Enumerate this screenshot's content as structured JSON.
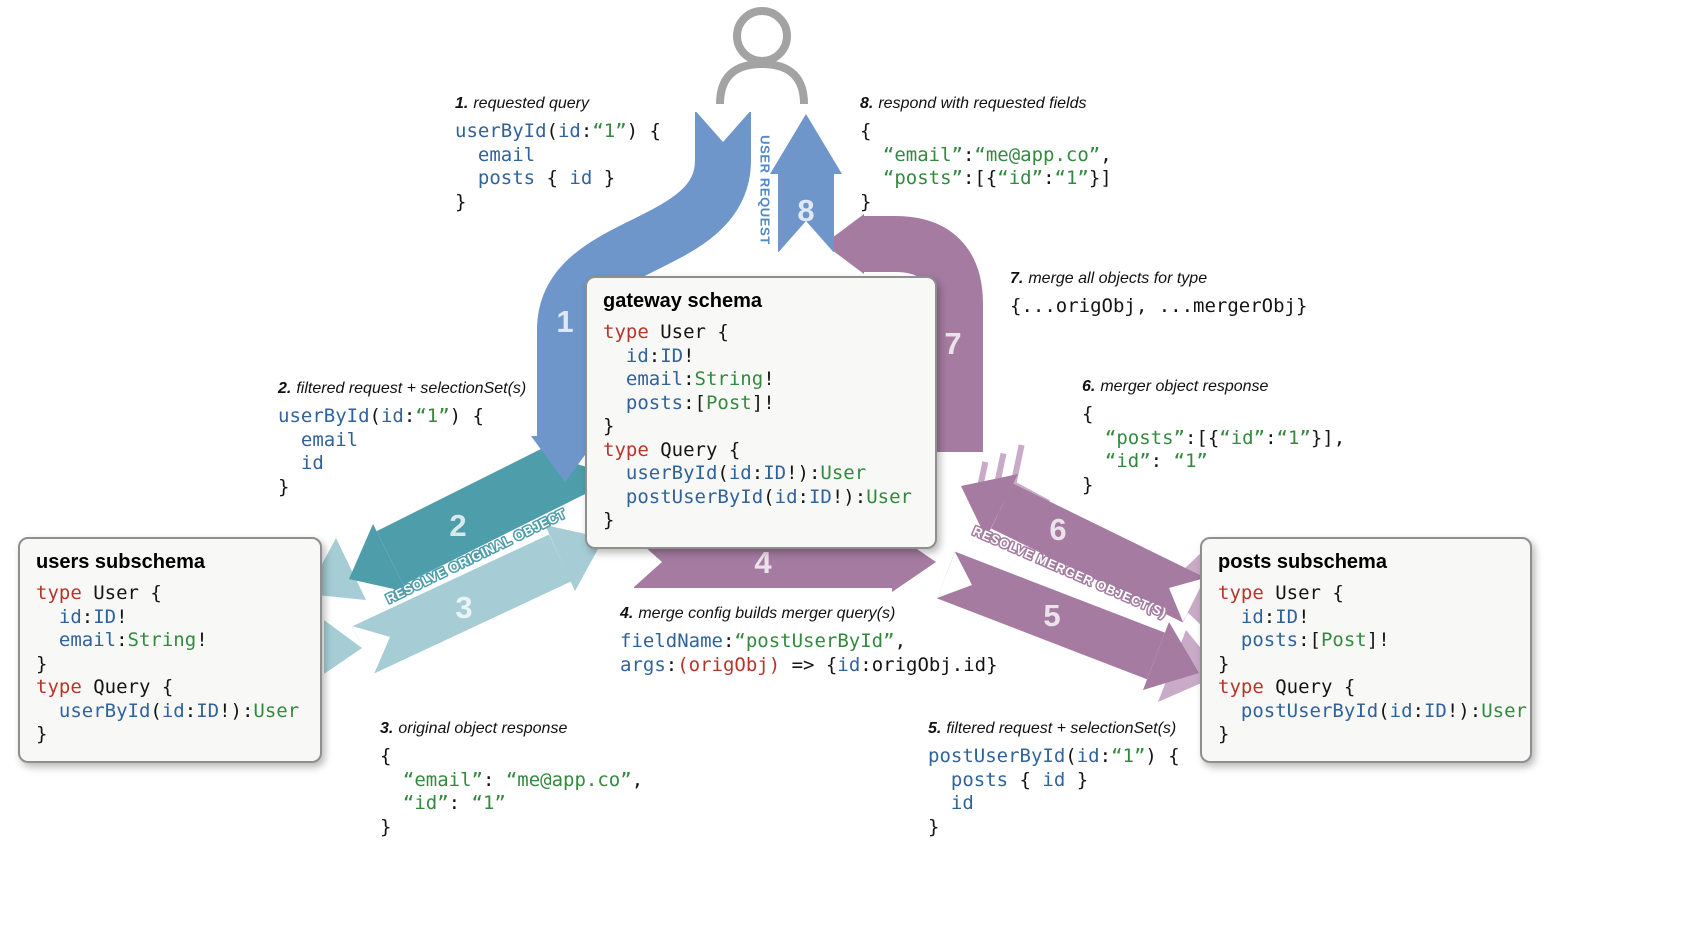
{
  "labels": {
    "user_request": "USER REQUEST",
    "resolve_original": "RESOLVE ORIGINAL OBJECT",
    "resolve_merger": "RESOLVE MERGER OBJECT(S)"
  },
  "arrow_numbers": {
    "n1": "1",
    "n2": "2",
    "n3": "3",
    "n4": "4",
    "n5": "5",
    "n6": "6",
    "n7": "7",
    "n8": "8"
  },
  "colors": {
    "blue": "#6e96cb",
    "teal": "#4d9daa",
    "teal_light": "#a6cdd5",
    "purple": "#a57ba1",
    "purple_light": "#c9abc7",
    "keyword_red": "#b5352b",
    "field_blue": "#30629c",
    "value_green": "#338a3e",
    "box_background": "#f8f8f6",
    "box_border": "#8f8f8f"
  },
  "boxes": {
    "gateway": {
      "title": "gateway schema",
      "code": [
        [
          [
            "k",
            "type"
          ],
          [
            "p",
            " User {"
          ]
        ],
        [
          [
            "p",
            "  "
          ],
          [
            "f",
            "id"
          ],
          [
            "p",
            ":"
          ],
          [
            "f",
            "ID"
          ],
          [
            "p",
            "!"
          ]
        ],
        [
          [
            "p",
            "  "
          ],
          [
            "f",
            "email"
          ],
          [
            "p",
            ":"
          ],
          [
            "t",
            "String"
          ],
          [
            "p",
            "!"
          ]
        ],
        [
          [
            "p",
            "  "
          ],
          [
            "f",
            "posts"
          ],
          [
            "p",
            ":["
          ],
          [
            "t",
            "Post"
          ],
          [
            "p",
            "]!"
          ]
        ],
        [
          [
            "p",
            "}"
          ]
        ],
        [
          [
            "k",
            "type"
          ],
          [
            "p",
            " Query {"
          ]
        ],
        [
          [
            "p",
            "  "
          ],
          [
            "f",
            "userById"
          ],
          [
            "p",
            "("
          ],
          [
            "f",
            "id"
          ],
          [
            "p",
            ":"
          ],
          [
            "f",
            "ID"
          ],
          [
            "p",
            "!):"
          ],
          [
            "t",
            "User"
          ]
        ],
        [
          [
            "p",
            "  "
          ],
          [
            "f",
            "postUserById"
          ],
          [
            "p",
            "("
          ],
          [
            "f",
            "id"
          ],
          [
            "p",
            ":"
          ],
          [
            "f",
            "ID"
          ],
          [
            "p",
            "!):"
          ],
          [
            "t",
            "User"
          ]
        ],
        [
          [
            "p",
            "}"
          ]
        ]
      ]
    },
    "users": {
      "title": "users subschema",
      "code": [
        [
          [
            "k",
            "type"
          ],
          [
            "p",
            " User {"
          ]
        ],
        [
          [
            "p",
            "  "
          ],
          [
            "f",
            "id"
          ],
          [
            "p",
            ":"
          ],
          [
            "f",
            "ID"
          ],
          [
            "p",
            "!"
          ]
        ],
        [
          [
            "p",
            "  "
          ],
          [
            "f",
            "email"
          ],
          [
            "p",
            ":"
          ],
          [
            "t",
            "String"
          ],
          [
            "p",
            "!"
          ]
        ],
        [
          [
            "p",
            "}"
          ]
        ],
        [
          [
            "k",
            "type"
          ],
          [
            "p",
            " Query {"
          ]
        ],
        [
          [
            "p",
            "  "
          ],
          [
            "f",
            "userById"
          ],
          [
            "p",
            "("
          ],
          [
            "f",
            "id"
          ],
          [
            "p",
            ":"
          ],
          [
            "f",
            "ID"
          ],
          [
            "p",
            "!):"
          ],
          [
            "t",
            "User"
          ]
        ],
        [
          [
            "p",
            "}"
          ]
        ]
      ]
    },
    "posts": {
      "title": "posts subschema",
      "code": [
        [
          [
            "k",
            "type"
          ],
          [
            "p",
            " User {"
          ]
        ],
        [
          [
            "p",
            "  "
          ],
          [
            "f",
            "id"
          ],
          [
            "p",
            ":"
          ],
          [
            "f",
            "ID"
          ],
          [
            "p",
            "!"
          ]
        ],
        [
          [
            "p",
            "  "
          ],
          [
            "f",
            "posts"
          ],
          [
            "p",
            ":["
          ],
          [
            "t",
            "Post"
          ],
          [
            "p",
            "]!"
          ]
        ],
        [
          [
            "p",
            "}"
          ]
        ],
        [
          [
            "k",
            "type"
          ],
          [
            "p",
            " Query {"
          ]
        ],
        [
          [
            "p",
            "  "
          ],
          [
            "f",
            "postUserById"
          ],
          [
            "p",
            "("
          ],
          [
            "f",
            "id"
          ],
          [
            "p",
            ":"
          ],
          [
            "f",
            "ID"
          ],
          [
            "p",
            "!):"
          ],
          [
            "t",
            "User"
          ]
        ],
        [
          [
            "p",
            "}"
          ]
        ]
      ]
    }
  },
  "steps": [
    {
      "num": "1.",
      "title": "requested query",
      "code": [
        [
          [
            "f",
            "userById"
          ],
          [
            "p",
            "("
          ],
          [
            "f",
            "id"
          ],
          [
            "p",
            ":"
          ],
          [
            "s",
            "“1”"
          ],
          [
            "p",
            ") {"
          ]
        ],
        [
          [
            "p",
            "  "
          ],
          [
            "f",
            "email"
          ]
        ],
        [
          [
            "p",
            "  "
          ],
          [
            "f",
            "posts"
          ],
          [
            "p",
            " { "
          ],
          [
            "f",
            "id"
          ],
          [
            "p",
            " }"
          ]
        ],
        [
          [
            "p",
            "}"
          ]
        ]
      ]
    },
    {
      "num": "2.",
      "title": "filtered request + selectionSet(s)",
      "code": [
        [
          [
            "f",
            "userById"
          ],
          [
            "p",
            "("
          ],
          [
            "f",
            "id"
          ],
          [
            "p",
            ":"
          ],
          [
            "s",
            "“1”"
          ],
          [
            "p",
            ") {"
          ]
        ],
        [
          [
            "p",
            "  "
          ],
          [
            "f",
            "email"
          ]
        ],
        [
          [
            "p",
            "  "
          ],
          [
            "f",
            "id"
          ]
        ],
        [
          [
            "p",
            "}"
          ]
        ]
      ]
    },
    {
      "num": "3.",
      "title": "original object response",
      "code": [
        [
          [
            "p",
            "{"
          ]
        ],
        [
          [
            "p",
            "  "
          ],
          [
            "s",
            "“email”"
          ],
          [
            "p",
            ": "
          ],
          [
            "s",
            "“me@app.co”"
          ],
          [
            "p",
            ","
          ]
        ],
        [
          [
            "p",
            "  "
          ],
          [
            "s",
            "“id”"
          ],
          [
            "p",
            ": "
          ],
          [
            "s",
            "“1”"
          ]
        ],
        [
          [
            "p",
            "}"
          ]
        ]
      ]
    },
    {
      "num": "4.",
      "title": "merge config builds merger query(s)",
      "code": [
        [
          [
            "f",
            "fieldName"
          ],
          [
            "p",
            ":"
          ],
          [
            "s",
            "“postUserById”"
          ],
          [
            "p",
            ","
          ]
        ],
        [
          [
            "f",
            "args"
          ],
          [
            "p",
            ":"
          ],
          [
            "k",
            "(origObj)"
          ],
          [
            "p",
            " => {"
          ],
          [
            "f",
            "id"
          ],
          [
            "p",
            ":origObj.id}"
          ]
        ]
      ]
    },
    {
      "num": "5.",
      "title": "filtered request + selectionSet(s)",
      "code": [
        [
          [
            "f",
            "postUserById"
          ],
          [
            "p",
            "("
          ],
          [
            "f",
            "id"
          ],
          [
            "p",
            ":"
          ],
          [
            "s",
            "“1”"
          ],
          [
            "p",
            ") {"
          ]
        ],
        [
          [
            "p",
            "  "
          ],
          [
            "f",
            "posts"
          ],
          [
            "p",
            " { "
          ],
          [
            "f",
            "id"
          ],
          [
            "p",
            " }"
          ]
        ],
        [
          [
            "p",
            "  "
          ],
          [
            "f",
            "id"
          ]
        ],
        [
          [
            "p",
            "}"
          ]
        ]
      ]
    },
    {
      "num": "6.",
      "title": "merger object response",
      "code": [
        [
          [
            "p",
            "{"
          ]
        ],
        [
          [
            "p",
            "  "
          ],
          [
            "s",
            "“posts”"
          ],
          [
            "p",
            ":[{"
          ],
          [
            "s",
            "“id”"
          ],
          [
            "p",
            ":"
          ],
          [
            "s",
            "“1”"
          ],
          [
            "p",
            "}],"
          ]
        ],
        [
          [
            "p",
            "  "
          ],
          [
            "s",
            "“id”"
          ],
          [
            "p",
            ": "
          ],
          [
            "s",
            "“1”"
          ]
        ],
        [
          [
            "p",
            "}"
          ]
        ]
      ]
    },
    {
      "num": "7.",
      "title": "merge all objects for type",
      "code": [
        [
          [
            "p",
            "{...origObj, ...mergerObj}"
          ]
        ]
      ]
    },
    {
      "num": "8.",
      "title": "respond with requested fields",
      "code": [
        [
          [
            "p",
            "{"
          ]
        ],
        [
          [
            "p",
            "  "
          ],
          [
            "s",
            "“email”"
          ],
          [
            "p",
            ":"
          ],
          [
            "s",
            "“me@app.co”"
          ],
          [
            "p",
            ","
          ]
        ],
        [
          [
            "p",
            "  "
          ],
          [
            "s",
            "“posts”"
          ],
          [
            "p",
            ":[{"
          ],
          [
            "s",
            "“id”"
          ],
          [
            "p",
            ":"
          ],
          [
            "s",
            "“1”"
          ],
          [
            "p",
            "}]"
          ]
        ],
        [
          [
            "p",
            "}"
          ]
        ]
      ]
    }
  ]
}
